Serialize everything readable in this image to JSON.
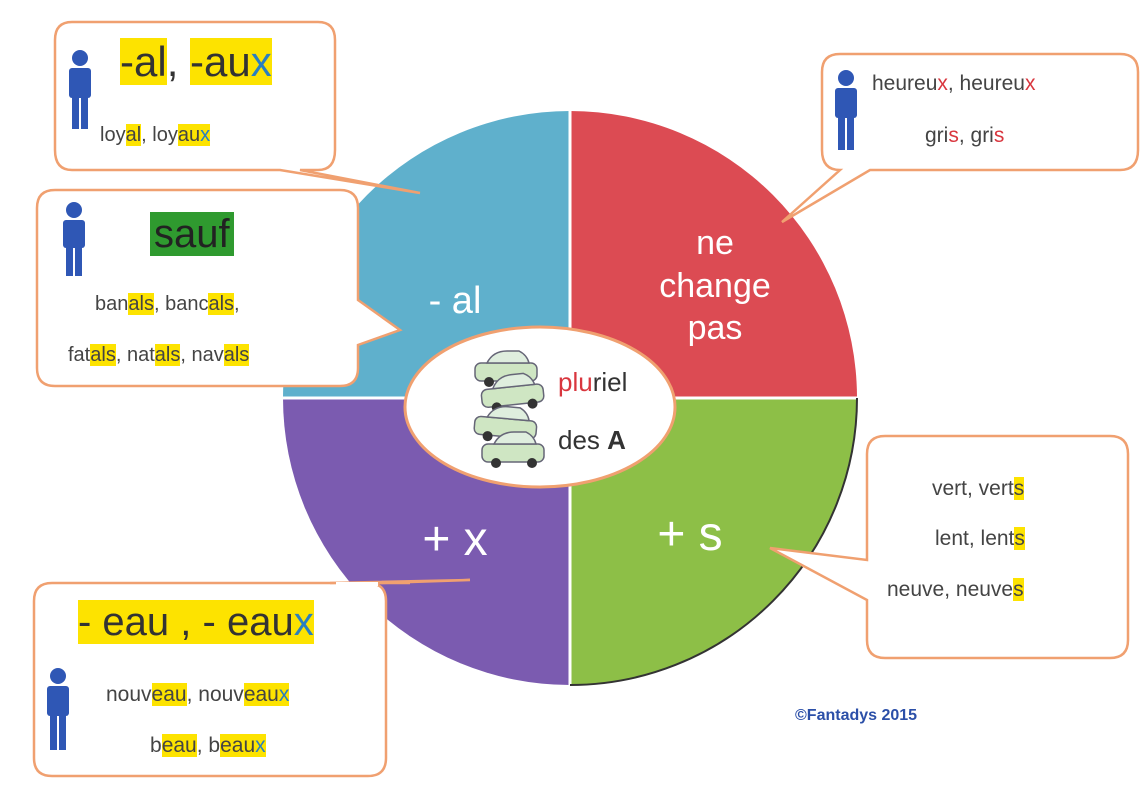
{
  "quadrants": {
    "top_left": {
      "label": "- al",
      "color": "#5fb0cc"
    },
    "top_right": {
      "label_lines": [
        "ne",
        "change",
        "pas"
      ],
      "color": "#dc4b53"
    },
    "bottom_left": {
      "label": "+ x",
      "color": "#7b5bb0"
    },
    "bottom_right": {
      "label": "+ s",
      "color": "#8dbf47"
    }
  },
  "center": {
    "word1_hl": "plu",
    "word1_rest": "riel",
    "word2_prefix": "des ",
    "word2_bold": "A"
  },
  "bubble_al": {
    "title_a": "-al",
    "title_sep": ", ",
    "title_b_hl": "-au",
    "title_b_x": "x",
    "ex_a_pre": "loy",
    "ex_a_hl": "al",
    "ex_sep": ", loy",
    "ex_b_hl": "au",
    "ex_b_x": "x"
  },
  "bubble_sauf": {
    "title": "sauf",
    "row1": [
      {
        "pre": "ban",
        "hl": "als",
        "post": ", "
      },
      {
        "pre": "banc",
        "hl": "als",
        "post": ","
      }
    ],
    "row2": [
      {
        "pre": "fat",
        "hl": "als",
        "post": ", "
      },
      {
        "pre": "nat",
        "hl": "als",
        "post": ", "
      },
      {
        "pre": "nav",
        "hl": "als",
        "post": ""
      }
    ]
  },
  "bubble_invariable": {
    "row1": {
      "a_pre": "heureu",
      "a_x": "x",
      "sep": ", heureu",
      "b_x": "x"
    },
    "row2": {
      "a_pre": "gri",
      "a_s": "s",
      "sep": ", gri",
      "b_s": "s"
    }
  },
  "bubble_s": {
    "rows": [
      {
        "pre": "vert, vert",
        "hl": "s"
      },
      {
        "pre": "lent, lent",
        "hl": "s"
      },
      {
        "pre": "neuve, neuve",
        "hl": "s"
      }
    ]
  },
  "bubble_eau": {
    "title_a": "- eau",
    "title_sep": " , ",
    "title_b": "- eau",
    "title_x": "x",
    "row1": {
      "pre": "nouv",
      "hl": "eau",
      "sep": ", nouv",
      "hl2": "eau",
      "x": "x"
    },
    "row2": {
      "pre": "b",
      "hl": "eau",
      "sep": ", b",
      "hl2": "eau",
      "x": "x"
    }
  },
  "copyright": "©Fantadys 2015",
  "colors": {
    "bubble_border": "#f0a070",
    "person": "#2f57b5",
    "highlight": "#fde300",
    "green_highlight": "#2f9a2f"
  },
  "icons": [
    "person-icon",
    "cars-stack-icon"
  ]
}
